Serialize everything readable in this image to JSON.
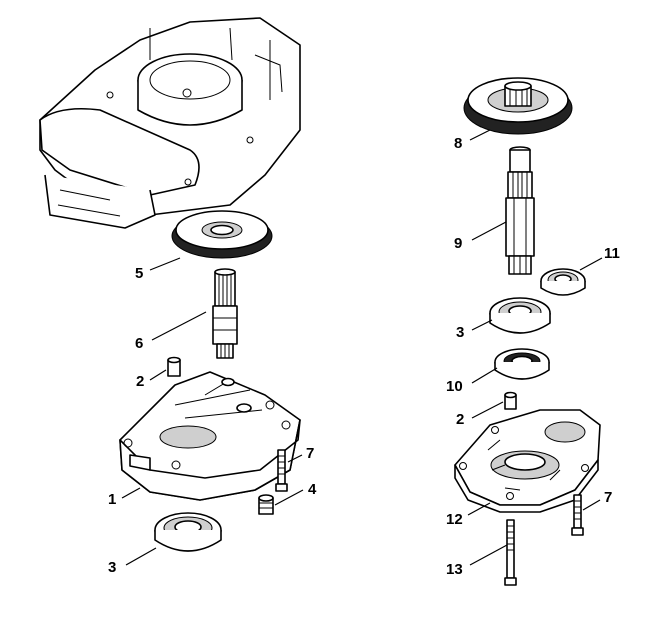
{
  "diagram": {
    "callouts": [
      {
        "id": "c1",
        "label": "1"
      },
      {
        "id": "c2a",
        "label": "2"
      },
      {
        "id": "c2b",
        "label": "2"
      },
      {
        "id": "c3a",
        "label": "3"
      },
      {
        "id": "c3b",
        "label": "3"
      },
      {
        "id": "c4",
        "label": "4"
      },
      {
        "id": "c5",
        "label": "5"
      },
      {
        "id": "c6",
        "label": "6"
      },
      {
        "id": "c7a",
        "label": "7"
      },
      {
        "id": "c7b",
        "label": "7"
      },
      {
        "id": "c8",
        "label": "8"
      },
      {
        "id": "c9",
        "label": "9"
      },
      {
        "id": "c10",
        "label": "10"
      },
      {
        "id": "c11",
        "label": "11"
      },
      {
        "id": "c12",
        "label": "12"
      },
      {
        "id": "c13",
        "label": "13"
      }
    ]
  }
}
